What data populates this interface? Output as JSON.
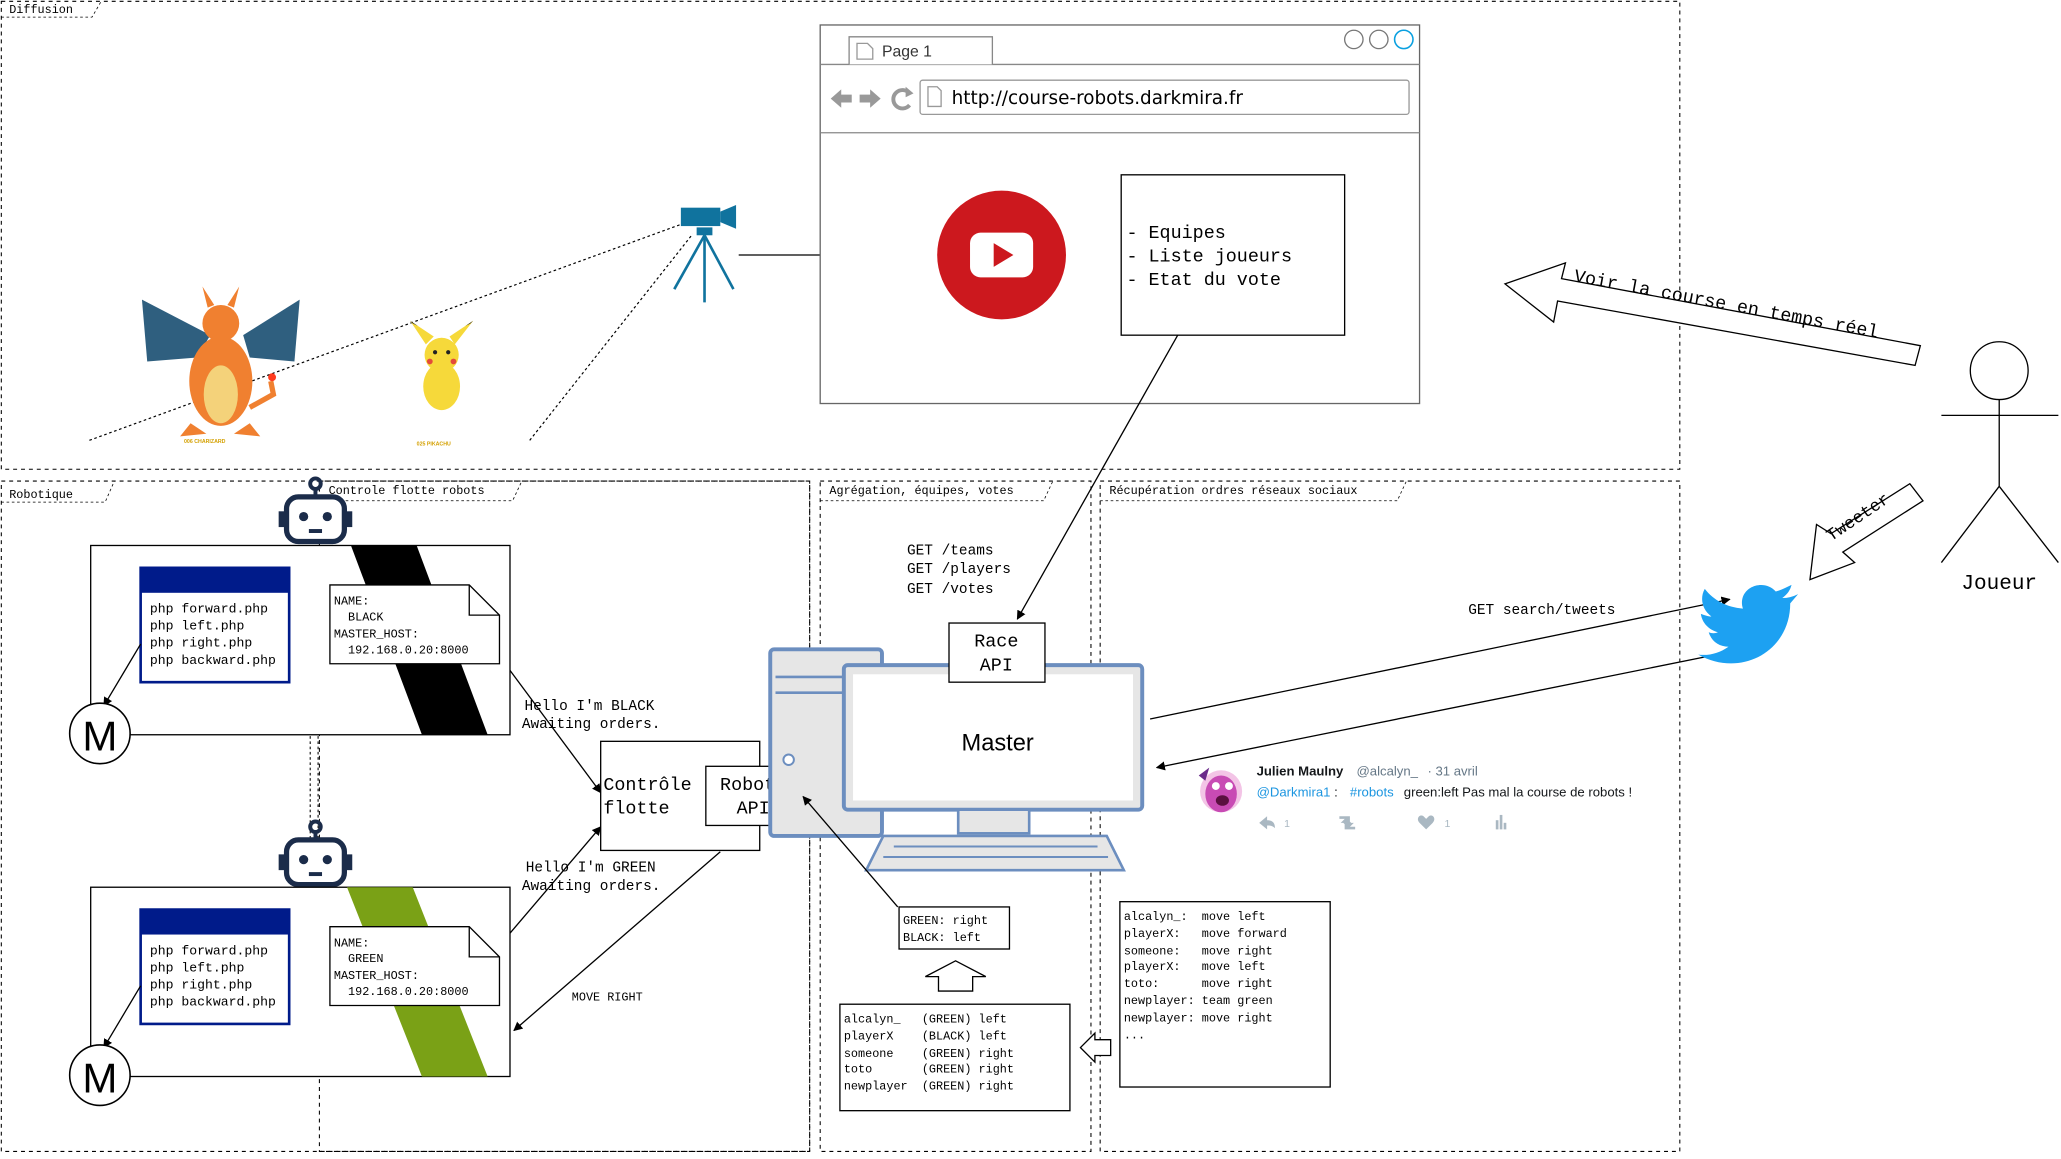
{
  "frames": {
    "diffusion": "Diffusion",
    "robotique": "Robotique",
    "controle_flotte": "Controle flotte robots",
    "aggregation": "Agrégation, équipes, votes",
    "recuperation": "Récupération ordres réseaux sociaux"
  },
  "browser": {
    "tab_label": "Page 1",
    "url": "http://course-robots.darkmira.fr",
    "info_lines": [
      "- Equipes",
      "- Liste joueurs",
      "- Etat du vote"
    ]
  },
  "pokemon": {
    "charizard_caption": "006 CHARIZARD",
    "pikachu_caption": "025 PIKACHU"
  },
  "player": {
    "label": "Joueur",
    "watch_arrow": "Voir la course en temps réel",
    "tweet_arrow": "Tweeter"
  },
  "robots": [
    {
      "commands": [
        "php forward.php",
        "php left.php",
        "php right.php",
        "php backward.php"
      ],
      "config": [
        "NAME:",
        "  BLACK",
        "MASTER_HOST:",
        "  192.168.0.20:8000"
      ],
      "motor": "M",
      "message": [
        "Hello I'm BLACK",
        "Awaiting orders."
      ],
      "stripe_color": "#000000"
    },
    {
      "commands": [
        "php forward.php",
        "php left.php",
        "php right.php",
        "php backward.php"
      ],
      "config": [
        "NAME:",
        "  GREEN",
        "MASTER_HOST:",
        "  192.168.0.20:8000"
      ],
      "motor": "M",
      "message": [
        "Hello I'm GREEN",
        "Awaiting orders."
      ],
      "stripe_color": "#7aa116"
    }
  ],
  "control": {
    "box": [
      "Contrôle",
      "flotte"
    ],
    "robots_api": [
      "Robots",
      "API"
    ],
    "move_cmd": "MOVE RIGHT"
  },
  "master": {
    "label": "Master",
    "race_api": [
      "Race",
      "API"
    ],
    "endpoints": [
      "GET /teams",
      "GET /players",
      "GET /votes"
    ]
  },
  "aggregation": {
    "result": [
      "GREEN: right",
      "BLACK: left"
    ],
    "votes": [
      "alcalyn_   (GREEN) left",
      "playerX    (BLACK) left",
      "someone    (GREEN) right",
      "toto       (GREEN) right",
      "newplayer  (GREEN) right"
    ]
  },
  "social": {
    "search": "GET search/tweets",
    "orders": [
      "alcalyn_:  move left",
      "playerX:   move forward",
      "someone:   move right",
      "playerX:   move left",
      "toto:      move right",
      "newplayer: team green",
      "newplayer: move right",
      "..."
    ]
  },
  "tweet": {
    "author": "Julien Maulny",
    "handle": "@alcalyn_",
    "date": "· 31 avril",
    "mention": "@Darkmira1",
    "hashtag": "#robots",
    "text": "green:left Pas mal la course de robots !",
    "replies": "1",
    "likes": "1"
  },
  "colors": {
    "robot_navy": "#1b2c4a",
    "panel_navy": "#001b8a",
    "youtube_red": "#cc181e",
    "twitter_blue": "#1da1f2",
    "computer_blue": "#6c8ebf",
    "camera_blue": "#10739e"
  }
}
